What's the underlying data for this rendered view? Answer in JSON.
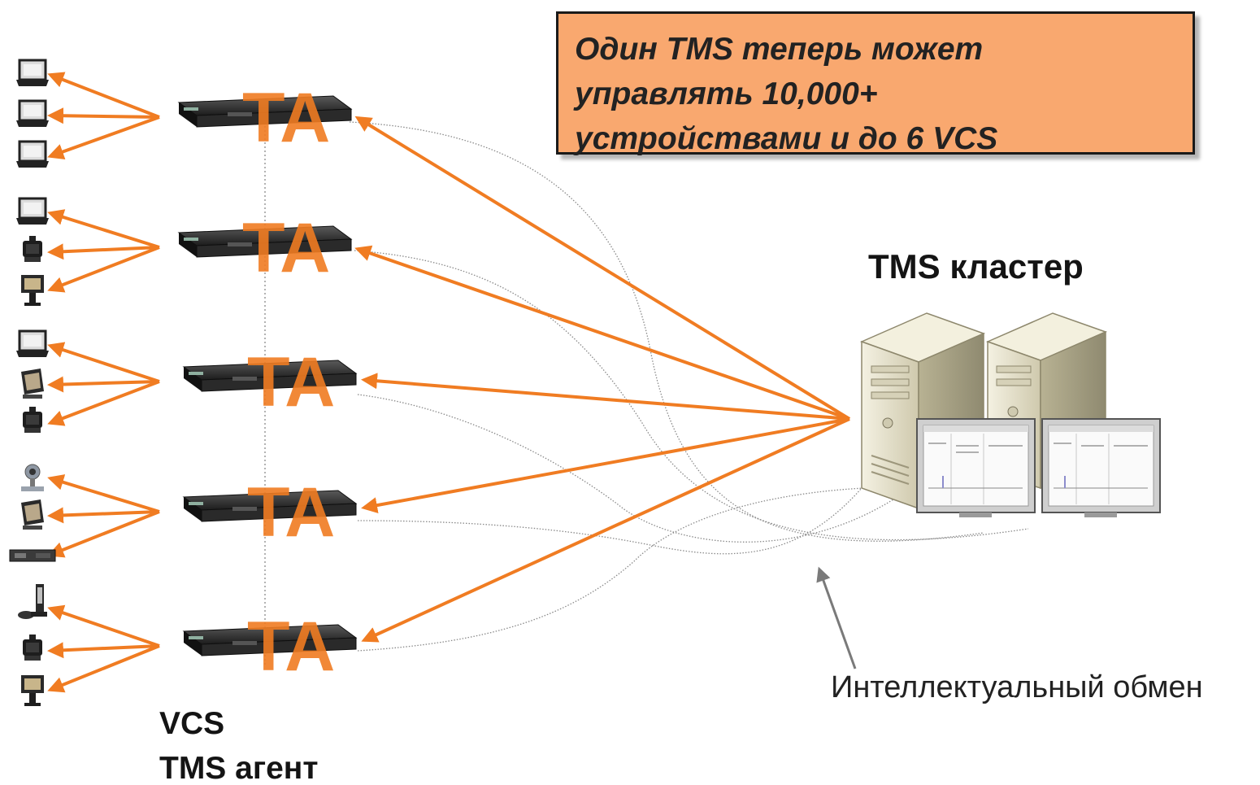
{
  "callout": {
    "lines": [
      "Один TMS теперь может",
      "управлять 10,000+",
      "устройствами и до 6 VCS"
    ]
  },
  "cluster": {
    "title": "TMS кластер"
  },
  "vcs": {
    "label": "VCS",
    "agent_label": "TMS агент",
    "badge": "TA",
    "units": [
      {
        "endpoints": [
          "laptop",
          "laptop",
          "laptop"
        ]
      },
      {
        "endpoints": [
          "laptop",
          "desk-video-unit",
          "room-video-system"
        ]
      },
      {
        "endpoints": [
          "laptop",
          "tablet-video-unit",
          "desk-video-unit"
        ]
      },
      {
        "endpoints": [
          "camera",
          "tablet-video-unit",
          "rack-codec"
        ]
      },
      {
        "endpoints": [
          "ip-phone",
          "desk-video-unit",
          "room-video-system"
        ]
      }
    ]
  },
  "exchange": {
    "label": "Интеллектуальный обмен"
  },
  "colors": {
    "arrow": "#f07c22",
    "callout_fill": "#f9a86f",
    "device_body": "#1e1e1e",
    "server_body": "#e8e3cc",
    "link_line": "#8a8a8a"
  }
}
